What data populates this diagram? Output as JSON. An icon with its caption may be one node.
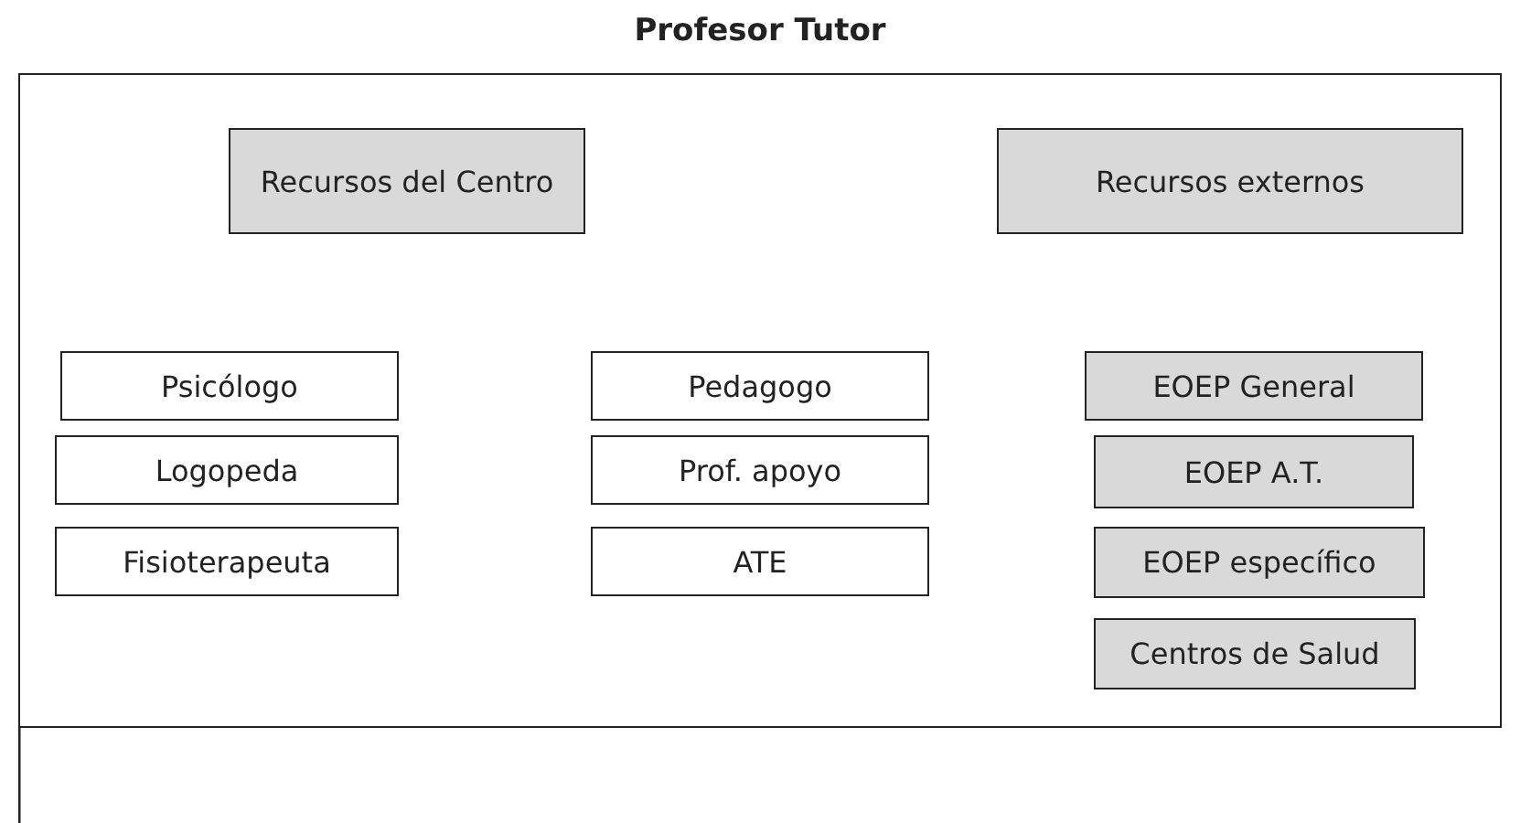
{
  "diagram": {
    "nodes": [
      {
        "text": [
          "Profesor Tutor"
        ]
      },
      {
        "text": [
          "Recursos del Centro"
        ],
        "in": 0
      },
      {
        "text": [
          "Recursos externos"
        ],
        "in": 0
      },
      {
        "text": [
          "Psicólogo"
        ],
        "in": 0
      },
      {
        "text": [
          "Pedagogo"
        ],
        "in": 0
      },
      {
        "text": [
          "EOEP General"
        ],
        "in": 0
      },
      {
        "text": [
          "Logopeda"
        ],
        "in": 0
      },
      {
        "text": [
          "Prof. apoyo"
        ],
        "in": 0
      },
      {
        "text": [
          "EOEP A.T."
        ],
        "in": 0
      },
      {
        "text": [
          "Fisioterapeuta"
        ],
        "in": 0
      },
      {
        "text": [
          "ATE"
        ],
        "in": 0
      },
      {
        "text": [
          "EOEP específico"
        ],
        "in": 0
      },
      {
        "text": [
          "Centros de Salud"
        ],
        "in": 0
      }
    ],
    "edges": []
  }
}
